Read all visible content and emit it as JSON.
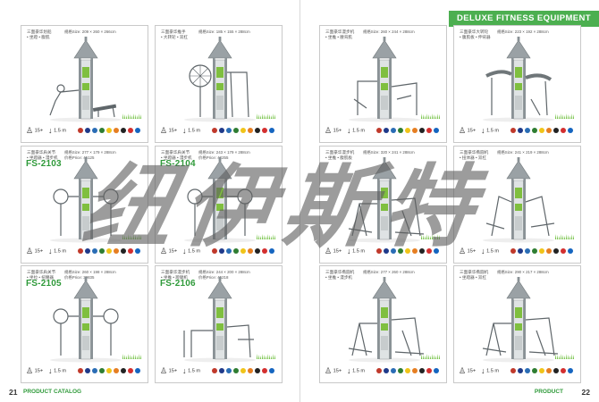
{
  "header": {
    "title": "DELUXE FITNESS EQUIPMENT"
  },
  "footer": {
    "left_page": "21",
    "left_label": "PRODUCT CATALOG",
    "right_label": "PRODUCT",
    "right_page": "22"
  },
  "watermark": {
    "text": "纽伊斯特"
  },
  "common": {
    "age": "15+",
    "height": "1.5 m"
  },
  "colors": {
    "accent": "#2f9a3a",
    "pole": "#8a9296",
    "panel": "#7fbf3f",
    "roof": "#9aa1a5",
    "dots": [
      "#c0392b",
      "#1f3a8a",
      "#2a6db5",
      "#2e7d32",
      "#f0c419",
      "#e67e22",
      "#222222",
      "#d32f2f",
      "#1565c0"
    ]
  },
  "cards": [
    {
      "cn": "三面豪华划船\n• 坐蹬 • 腹肌",
      "specs": "规格Size: 209 × 260 × 266cm",
      "code": "",
      "variant": "left-bench"
    },
    {
      "cn": "三面豪华推手\n• 大转轮 • 双杠",
      "specs": "规格Size: 185 × 155 × 288cm",
      "code": "",
      "variant": "wheel"
    },
    {
      "cn": "三面豪华漫步机\n• 坐推 • 腰背肌",
      "specs": "规格Size: 260 × 244 × 288cm",
      "code": "",
      "variant": "stepper"
    },
    {
      "cn": "三面豪华大转轮\n• 腹肌板 • 伸背器",
      "specs": "规格Size: 223 × 192 × 288cm",
      "code": "",
      "variant": "board"
    },
    {
      "cn": "三面豪华肩关节\n• 坐蹬器 • 漫步机",
      "specs": "规格Size: 277 × 179 × 288cm\n价格Price: 45125",
      "code": "FS-2103",
      "variant": "shoulder"
    },
    {
      "cn": "三面豪华肩关节\n• 坐蹬器 • 漫步机",
      "specs": "规格Size: 243 × 179 × 288cm\n价格Price: 42255",
      "code": "FS-2104",
      "variant": "shoulder2"
    },
    {
      "cn": "三面豪华漫步机\n• 坐推 • 腹肌板",
      "specs": "规格Size: 320 × 241 × 288cm",
      "code": "",
      "variant": "walker"
    },
    {
      "cn": "三面豪华椭圆机\n• 扭体器 • 双杠",
      "specs": "规格Size: 241 × 219 × 288cm",
      "code": "",
      "variant": "elliptical"
    },
    {
      "cn": "三面豪华肩关节\n• 坐拉 • 扭腰器",
      "specs": "规格Size: 260 × 198 × 288cm\n价格Price: 39835",
      "code": "FS-2105",
      "variant": "shoulder3"
    },
    {
      "cn": "三面豪华漫步机\n• 坐推 • 蹬腿机",
      "specs": "规格Size: 244 × 200 × 288cm\n价格Price: 45218",
      "code": "FS-2106",
      "variant": "parallel"
    },
    {
      "cn": "三面豪华椭圆机\n• 坐推 • 漫步机",
      "specs": "规格Size: 277 × 260 × 288cm",
      "code": "",
      "variant": "ellip2"
    },
    {
      "cn": "三面豪华椭圆机\n• 坐蹬器 • 双杠",
      "specs": "规格Size: 290 × 217 × 288cm",
      "code": "",
      "variant": "ellip3"
    }
  ]
}
